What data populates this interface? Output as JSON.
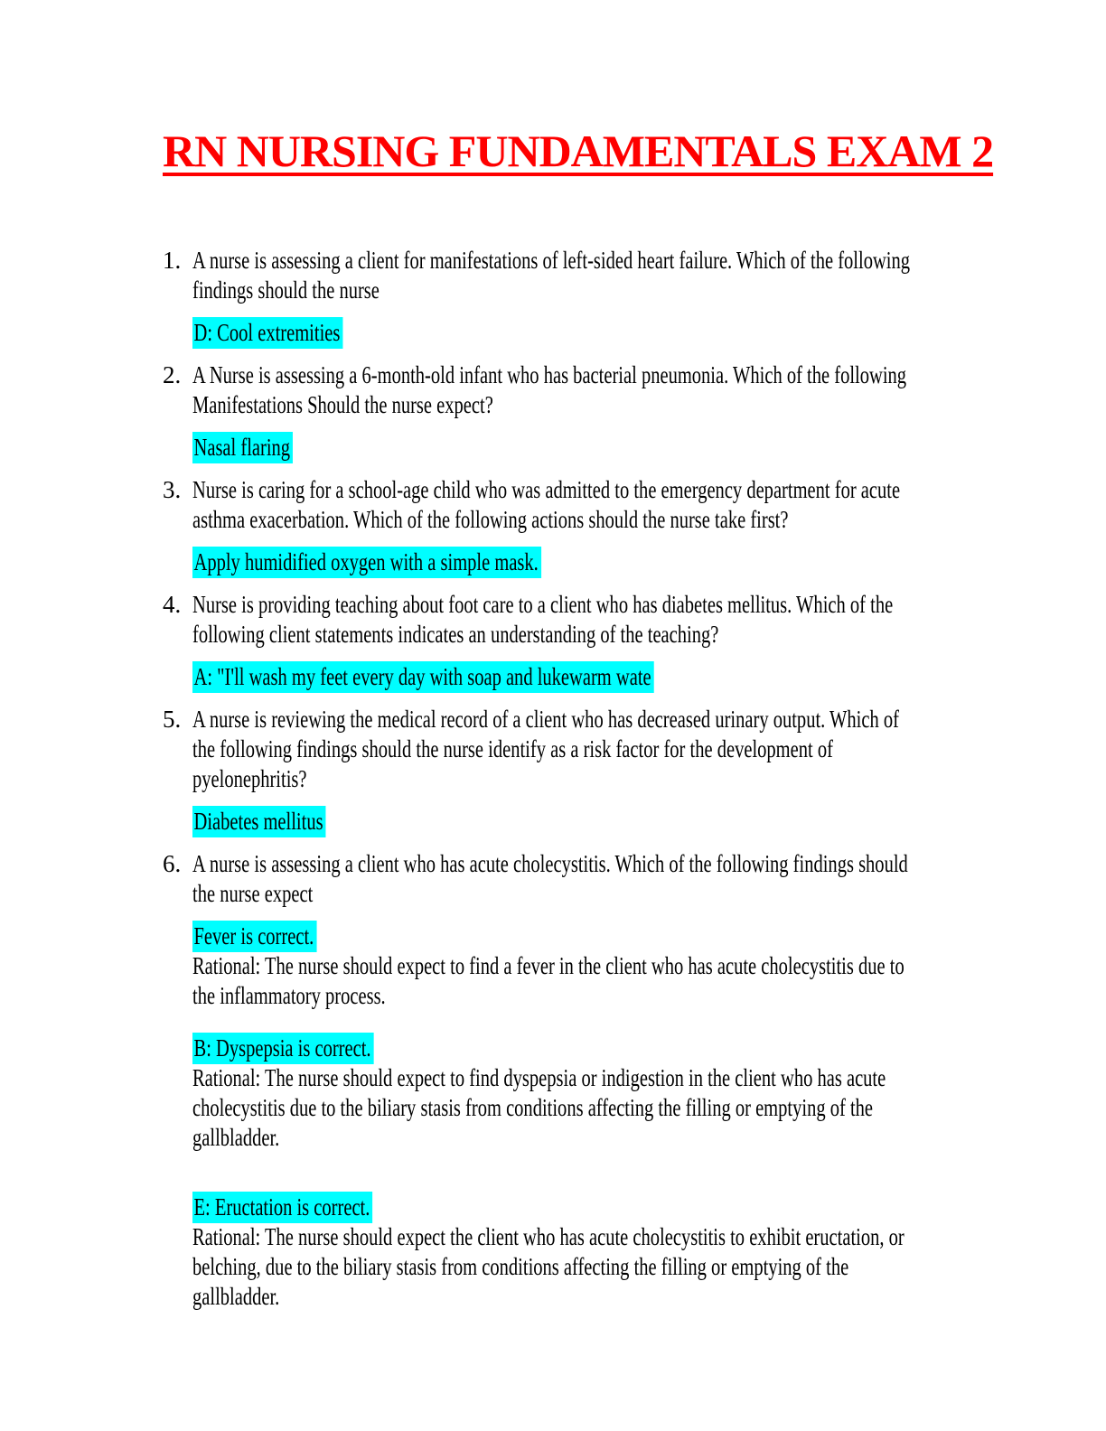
{
  "page": {
    "background": "#ffffff",
    "text_color": "#000000",
    "title": "RN NURSING FUNDAMENTALS EXAM 2",
    "title_color": "#fe0000",
    "highlight_color": "#00feff"
  },
  "questions": [
    {
      "number": "1.",
      "text": "A nurse is assessing a client for manifestations of left-sided heart failure. Which of the following\nfindings should the nurse",
      "answers": [
        {
          "label": "D: Cool extremities",
          "rationale": ""
        }
      ]
    },
    {
      "number": "2.",
      "text": "A Nurse is assessing a 6-month-old infant who has bacterial pneumonia. Which of the following\nManifestations Should the nurse expect?",
      "answers": [
        {
          "label": "Nasal flaring",
          "rationale": ""
        }
      ]
    },
    {
      "number": "3.",
      "text": "Nurse is caring for a school-age child who was admitted to the emergency department for acute\nasthma exacerbation. Which of the following actions should the nurse take first?",
      "answers": [
        {
          "label": "Apply humidified oxygen with a simple mask.",
          "rationale": ""
        }
      ]
    },
    {
      "number": "4.",
      "text": "Nurse is providing teaching about foot care to a client who has diabetes mellitus. Which of the\nfollowing client statements indicates an understanding of the teaching?",
      "answers": [
        {
          "label": "A: \"I'll wash my feet every day with soap and lukewarm wate",
          "rationale": ""
        }
      ]
    },
    {
      "number": "5.",
      "text": "A nurse is reviewing the medical record of a client who has decreased urinary output. Which of\nthe following findings should the nurse identify as a risk factor for the development of\npyelonephritis?",
      "answers": [
        {
          "label": "Diabetes mellitus",
          "rationale": ""
        }
      ]
    },
    {
      "number": "6.",
      "text": "A nurse is assessing a client who has acute cholecystitis. Which of the following findings should\nthe nurse expect",
      "answers": [
        {
          "label": "Fever is correct.",
          "rationale": "Rational: The nurse should expect to find a fever in the client who has acute cholecystitis due to\nthe inflammatory process."
        },
        {
          "label": "B: Dyspepsia is correct.",
          "rationale": "Rational: The nurse should expect to find dyspepsia or indigestion in the client who has acute\ncholecystitis due to the biliary stasis from conditions affecting the filling or emptying of the\ngallbladder."
        },
        {
          "label": "E: Eructation is correct.",
          "rationale": "Rational: The nurse should expect the client who has acute cholecystitis to exhibit eructation, or\nbelching, due to the biliary stasis from conditions affecting the filling or emptying of the\ngallbladder."
        }
      ]
    }
  ]
}
